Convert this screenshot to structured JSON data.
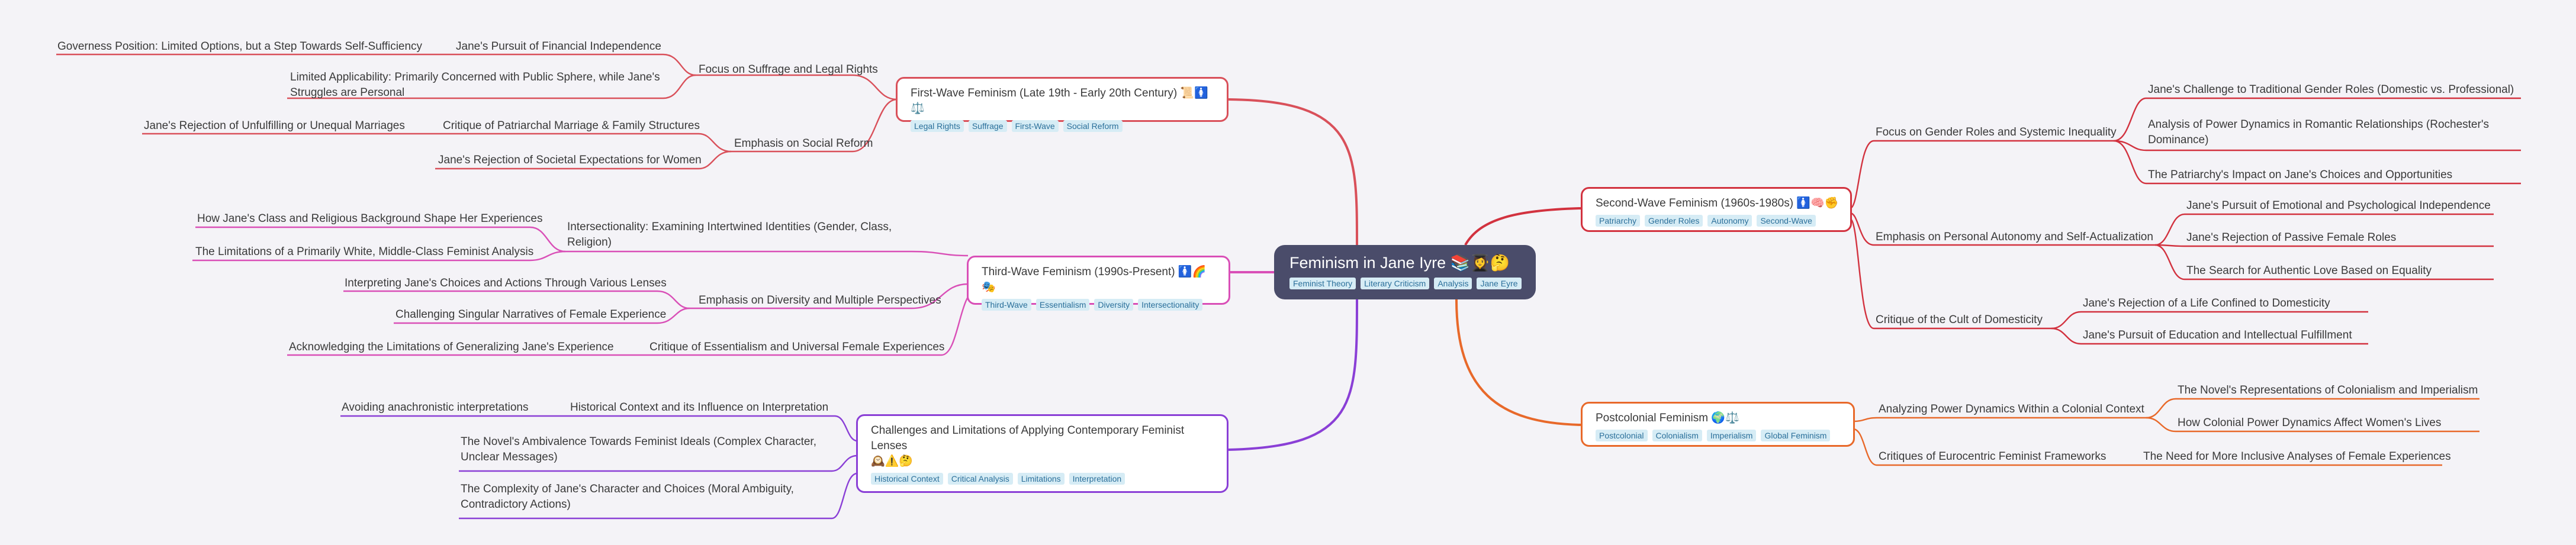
{
  "root": {
    "title": "Feminism in Jane Iyre 📚👩‍🎓🤔",
    "tags": [
      "Feminist Theory",
      "Literary Criticism",
      "Analysis",
      "Jane Eyre"
    ]
  },
  "first_wave": {
    "title": "First-Wave Feminism (Late 19th - Early 20th Century) 📜🚺⚖️",
    "tags": [
      "Legal Rights",
      "Suffrage",
      "First-Wave",
      "Social Reform"
    ],
    "branch1": "Focus on Suffrage and Legal Rights",
    "branch1_leaf1_a": "Jane's Pursuit of Financial Independence",
    "branch1_leaf1_b": "Governess Position: Limited Options, but a Step Towards Self-Sufficiency",
    "branch1_leaf2": "Limited Applicability: Primarily Concerned with Public Sphere, while Jane's Struggles are Personal",
    "branch2": "Emphasis on Social Reform",
    "branch2_leaf1_a": "Critique of Patriarchal Marriage & Family Structures",
    "branch2_leaf1_b": "Jane's Rejection of Unfulfilling or Unequal Marriages",
    "branch2_leaf2": "Jane's Rejection of Societal Expectations for Women"
  },
  "third_wave": {
    "title": "Third-Wave Feminism (1990s-Present) 🚺🌈🎭",
    "tags": [
      "Third-Wave",
      "Essentialism",
      "Diversity",
      "Intersectionality"
    ],
    "branch1": "Intersectionality: Examining Intertwined Identities (Gender, Class, Religion)",
    "branch1_leaf1": "How Jane's Class and Religious Background Shape Her Experiences",
    "branch1_leaf2": "The Limitations of a Primarily White, Middle-Class Feminist Analysis",
    "branch2": "Emphasis on Diversity and Multiple Perspectives",
    "branch2_leaf1": "Interpreting Jane's Choices and Actions Through Various Lenses",
    "branch2_leaf2": "Challenging Singular Narratives of Female Experience",
    "branch3": "Critique of Essentialism and Universal Female Experiences",
    "branch3_leaf1": "Acknowledging the Limitations of Generalizing Jane's Experience"
  },
  "challenges": {
    "title": "Challenges and Limitations of Applying Contemporary Feminist Lenses",
    "icons": "🕰️⚠️🤔",
    "tags": [
      "Historical Context",
      "Critical Analysis",
      "Limitations",
      "Interpretation"
    ],
    "branch1": "Historical Context and its Influence on Interpretation",
    "branch1_leaf1": "Avoiding anachronistic interpretations",
    "branch2": "The Novel's Ambivalence Towards Feminist Ideals (Complex Character, Unclear Messages)",
    "branch3": "The Complexity of Jane's Character and Choices (Moral Ambiguity, Contradictory Actions)"
  },
  "second_wave": {
    "title": "Second-Wave Feminism (1960s-1980s) 🚺🧠✊",
    "tags": [
      "Patriarchy",
      "Gender Roles",
      "Autonomy",
      "Second-Wave"
    ],
    "branch1": "Focus on Gender Roles and Systemic Inequality",
    "branch1_leaf1": "Jane's Challenge to Traditional Gender Roles (Domestic vs. Professional)",
    "branch1_leaf2": "Analysis of Power Dynamics in Romantic Relationships (Rochester's Dominance)",
    "branch1_leaf3": "The Patriarchy's Impact on Jane's Choices and Opportunities",
    "branch2": "Emphasis on Personal Autonomy and Self-Actualization",
    "branch2_leaf1": "Jane's Pursuit of Emotional and Psychological Independence",
    "branch2_leaf2": "Jane's Rejection of Passive Female Roles",
    "branch2_leaf3": "The Search for Authentic Love Based on Equality",
    "branch3": "Critique of the Cult of Domesticity",
    "branch3_leaf1": "Jane's Rejection of a Life Confined to Domesticity",
    "branch3_leaf2": "Jane's Pursuit of Education and Intellectual Fulfillment"
  },
  "postcolonial": {
    "title": "Postcolonial Feminism 🌍⚖️",
    "tags": [
      "Postcolonial",
      "Colonialism",
      "Imperialism",
      "Global Feminism"
    ],
    "branch1": "Analyzing Power Dynamics Within a Colonial Context",
    "branch1_leaf1": "The Novel's Representations of Colonialism and Imperialism",
    "branch1_leaf2": "How Colonial Power Dynamics Affect Women's Lives",
    "branch2": "Critiques of Eurocentric Feminist Frameworks",
    "branch2_leaf1": "The Need for More Inclusive Analyses of Female Experiences"
  },
  "colors": {
    "red": "#d9505a",
    "magenta": "#d94fb7",
    "purple": "#8a3fd6",
    "crimson": "#d2323f",
    "orange": "#e8692a"
  }
}
